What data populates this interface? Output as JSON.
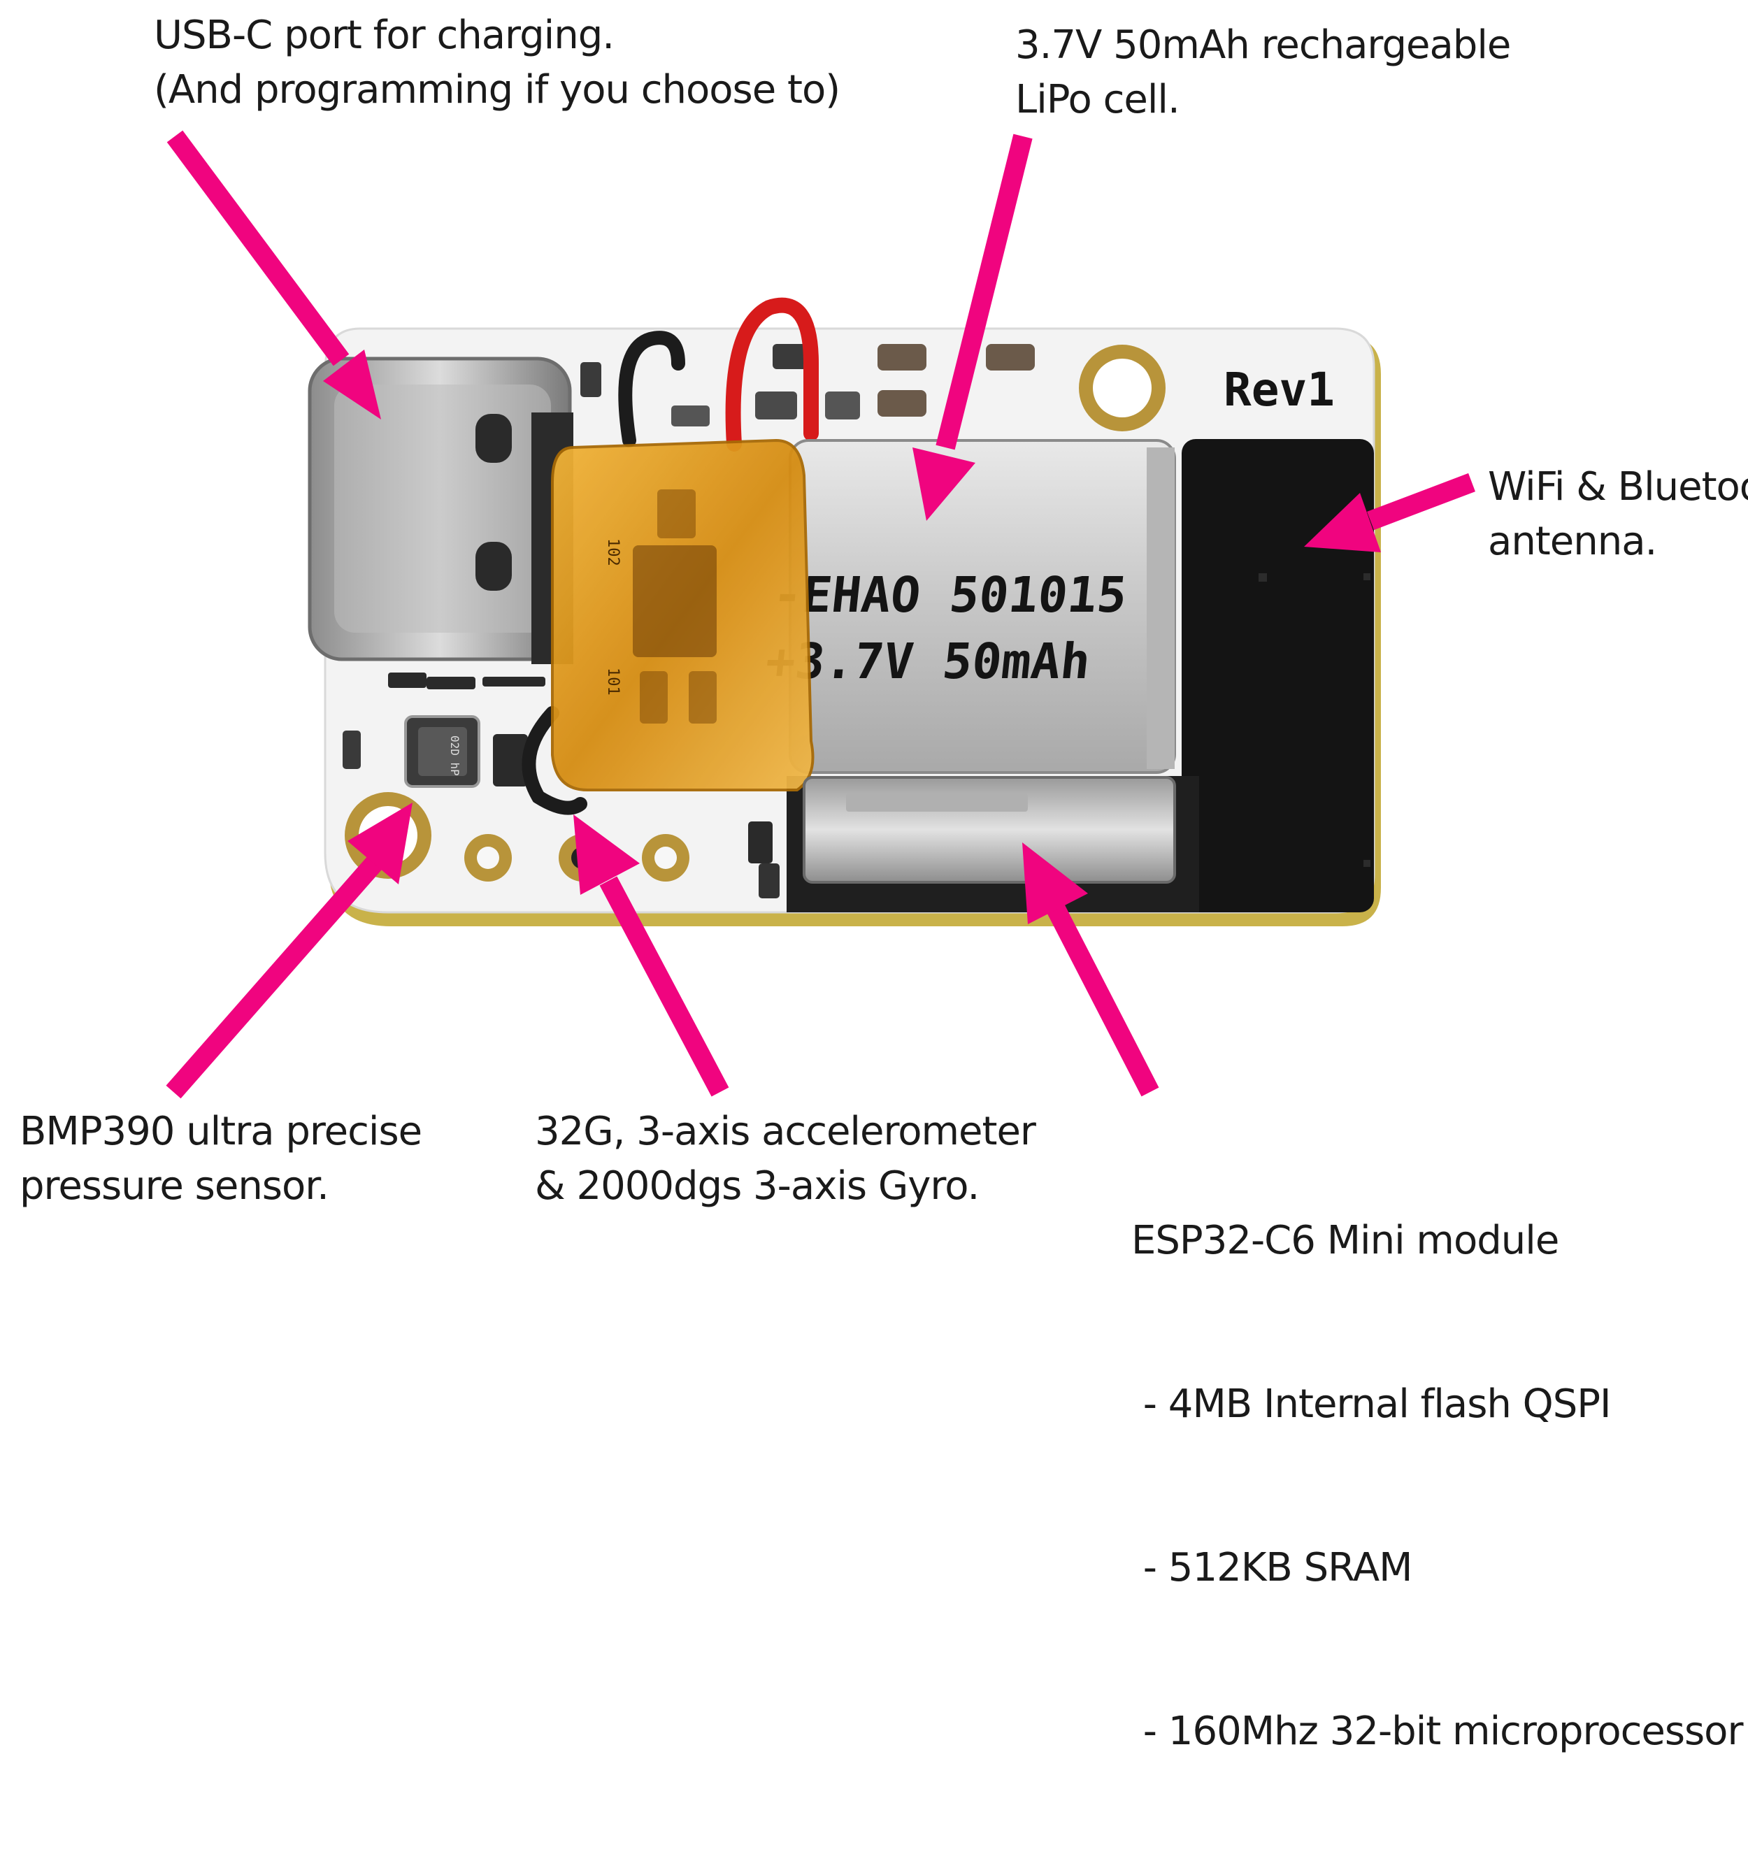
{
  "board": {
    "revision_label": "Rev1",
    "battery_print_line1": "-EHAO 501015",
    "battery_print_line2": "+3.7V 50mAh",
    "kapton_mark_top": "102",
    "kapton_mark_bottom": "101",
    "sensor_mark": "02D hP"
  },
  "callouts": {
    "usb": {
      "lines": [
        "USB-C port for charging.",
        "(And programming if you choose to)"
      ]
    },
    "battery": {
      "lines": [
        "3.7V 50mAh rechargeable",
        "LiPo cell."
      ]
    },
    "antenna": {
      "lines": [
        "WiFi & Bluetooth",
        "antenna."
      ]
    },
    "pressure": {
      "lines": [
        "BMP390 ultra precise",
        "pressure sensor."
      ]
    },
    "imu": {
      "lines": [
        "32G, 3-axis accelerometer",
        "& 2000dgs 3-axis Gyro."
      ]
    },
    "mcu": {
      "lines": [
        "ESP32-C6 Mini module",
        " - 4MB Internal flash QSPI",
        " - 512KB SRAM",
        " - 160Mhz 32-bit microprocessor"
      ]
    }
  },
  "colors": {
    "arrow": "#f0047f",
    "pcb": "#f3f3f3",
    "pcb_edge": "#c9b24a",
    "antenna": "#141414",
    "battery_foil": "#c8c8c8",
    "kapton": "#e0a020"
  }
}
